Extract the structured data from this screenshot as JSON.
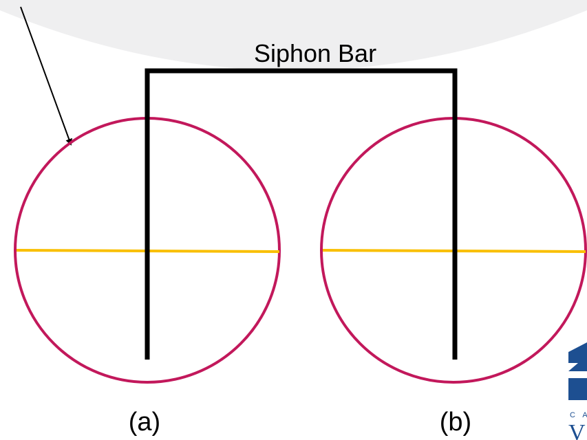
{
  "diagram": {
    "title": "Siphon Bar",
    "label_a": "(a)",
    "label_b": "(b)"
  },
  "colors": {
    "background_arc": "#efeff0",
    "circle": "#c2185b",
    "waterline": "#f9bf00",
    "siphon_bar": "#000000",
    "arrow": "#000000",
    "logo_primary": "#1d4f91",
    "logo_text": "#1d4f91"
  },
  "logo": {
    "letters": "C A",
    "initial": "V"
  }
}
